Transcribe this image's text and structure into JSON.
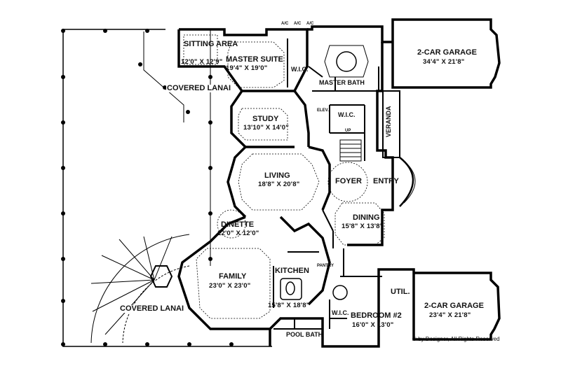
{
  "rooms": {
    "sitting_area": {
      "name": "SITTING AREA",
      "dims": "12'0\" X 12'9\""
    },
    "master_suite": {
      "name": "MASTER SUITE",
      "dims": "19'4\" X 19'0\""
    },
    "wic_master": {
      "name": "W.I.C."
    },
    "master_bath": {
      "name": "MASTER BATH"
    },
    "garage_top": {
      "name": "2-CAR GARAGE",
      "dims": "34'4\" X 21'8\""
    },
    "covered_lanai_top": {
      "name": "COVERED LANAI"
    },
    "study": {
      "name": "STUDY",
      "dims": "13'10\" X 14'0\""
    },
    "elev": {
      "name": "ELEV."
    },
    "wic_hall": {
      "name": "W.I.C."
    },
    "veranda": {
      "name": "VERANDA"
    },
    "up": {
      "name": "UP"
    },
    "living": {
      "name": "LIVING",
      "dims": "18'8\" X 20'8\""
    },
    "foyer": {
      "name": "FOYER"
    },
    "entry": {
      "name": "ENTRY"
    },
    "dining": {
      "name": "DINING",
      "dims": "15'8\" X 13'8\""
    },
    "dinette": {
      "name": "DINETTE",
      "dims": "12'0\" X 12'0\""
    },
    "family": {
      "name": "FAMILY",
      "dims": "23'0\" X 23'0\""
    },
    "kitchen": {
      "name": "KITCHEN",
      "dims": "15'8\" X 18'8\""
    },
    "pantry": {
      "name": "PANTRY"
    },
    "util": {
      "name": "UTIL."
    },
    "garage_bottom": {
      "name": "2-CAR GARAGE",
      "dims": "23'4\" X 21'8\""
    },
    "covered_lanai_bottom": {
      "name": "COVERED LANAI"
    },
    "wic_bed": {
      "name": "W.I.C."
    },
    "bedroom2": {
      "name": "BEDROOM #2",
      "dims": "16'0\" X 13'0\""
    },
    "pool_bath": {
      "name": "POOL BATH"
    }
  },
  "ac_labels": [
    "A/C",
    "A/C",
    "A/C"
  ],
  "copyright": "© by Designer, All Rights Reserved"
}
